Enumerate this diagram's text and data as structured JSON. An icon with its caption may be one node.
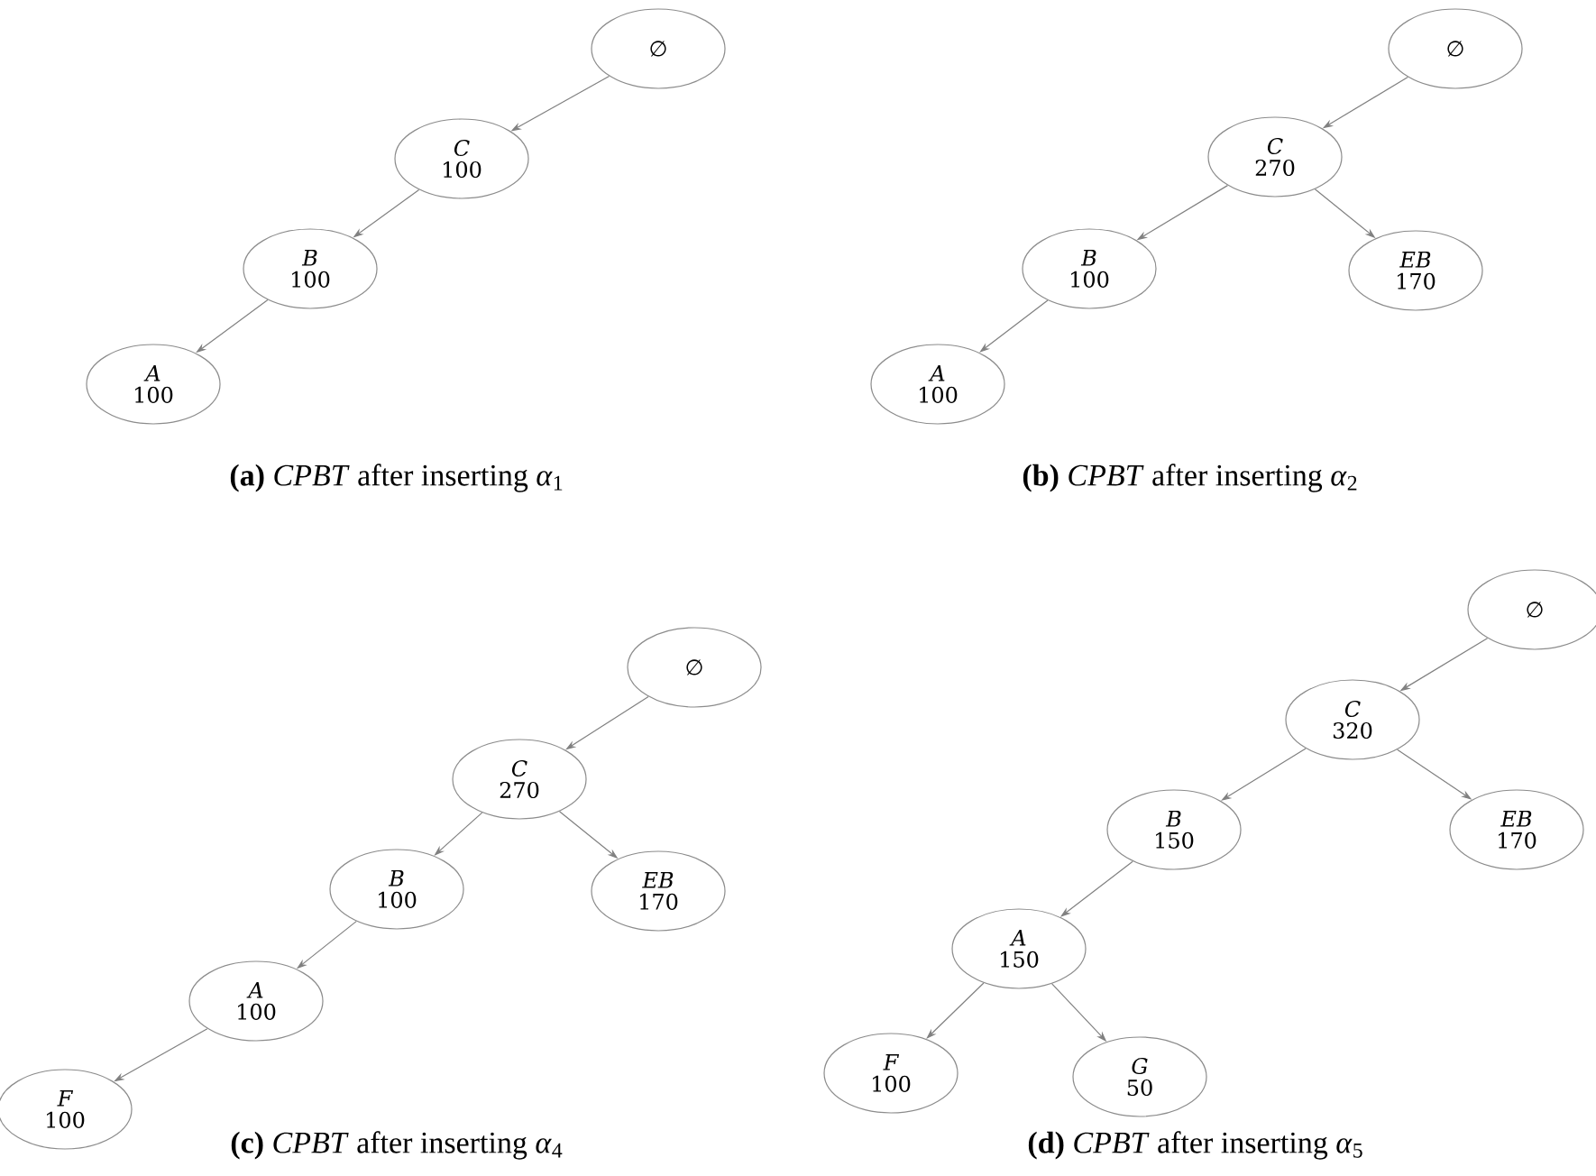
{
  "diagram": {
    "nodes": [
      {
        "text": [
          "∅"
        ]
      },
      {
        "text": [
          "C",
          "100"
        ]
      },
      {
        "text": [
          "B",
          "100"
        ]
      },
      {
        "text": [
          "A",
          "100"
        ]
      },
      {
        "text": [
          "∅"
        ]
      },
      {
        "text": [
          "C",
          "270"
        ]
      },
      {
        "text": [
          "B",
          "100"
        ]
      },
      {
        "text": [
          "EB",
          "170"
        ]
      },
      {
        "text": [
          "A",
          "100"
        ]
      },
      {
        "text": [
          "∅"
        ]
      },
      {
        "text": [
          "C",
          "270"
        ]
      },
      {
        "text": [
          "B",
          "100"
        ]
      },
      {
        "text": [
          "EB",
          "170"
        ]
      },
      {
        "text": [
          "A",
          "100"
        ]
      },
      {
        "text": [
          "F",
          "100"
        ]
      },
      {
        "text": [
          "∅"
        ]
      },
      {
        "text": [
          "C",
          "320"
        ]
      },
      {
        "text": [
          "B",
          "150"
        ]
      },
      {
        "text": [
          "EB",
          "170"
        ]
      },
      {
        "text": [
          "A",
          "150"
        ]
      },
      {
        "text": [
          "F",
          "100"
        ]
      },
      {
        "text": [
          "G",
          "50"
        ]
      }
    ],
    "edges": [
      {
        "from": 0,
        "to": 1,
        "arrow": "to"
      },
      {
        "from": 1,
        "to": 2,
        "arrow": "to"
      },
      {
        "from": 2,
        "to": 3,
        "arrow": "to"
      },
      {
        "from": 4,
        "to": 5,
        "arrow": "to"
      },
      {
        "from": 5,
        "to": 6,
        "arrow": "to"
      },
      {
        "from": 5,
        "to": 7,
        "arrow": "to"
      },
      {
        "from": 6,
        "to": 8,
        "arrow": "to"
      },
      {
        "from": 9,
        "to": 10,
        "arrow": "to"
      },
      {
        "from": 10,
        "to": 11,
        "arrow": "to"
      },
      {
        "from": 10,
        "to": 12,
        "arrow": "to"
      },
      {
        "from": 11,
        "to": 13,
        "arrow": "to"
      },
      {
        "from": 13,
        "to": 14,
        "arrow": "to"
      },
      {
        "from": 15,
        "to": 16,
        "arrow": "to"
      },
      {
        "from": 16,
        "to": 17,
        "arrow": "to"
      },
      {
        "from": 16,
        "to": 18,
        "arrow": "to"
      },
      {
        "from": 17,
        "to": 19,
        "arrow": "to"
      },
      {
        "from": 19,
        "to": 20,
        "arrow": "to"
      },
      {
        "from": 19,
        "to": 21,
        "arrow": "to"
      }
    ],
    "labels": [
      "**(a)** *CPBT* after inserting *α*$_{1}$",
      "**(b)** *CPBT* after inserting *α*$_{2}$",
      "**(c)** *CPBT* after inserting *α*$_{4}$",
      "**(d)** *CPBT* after inserting *α*$_{5}$"
    ]
  }
}
